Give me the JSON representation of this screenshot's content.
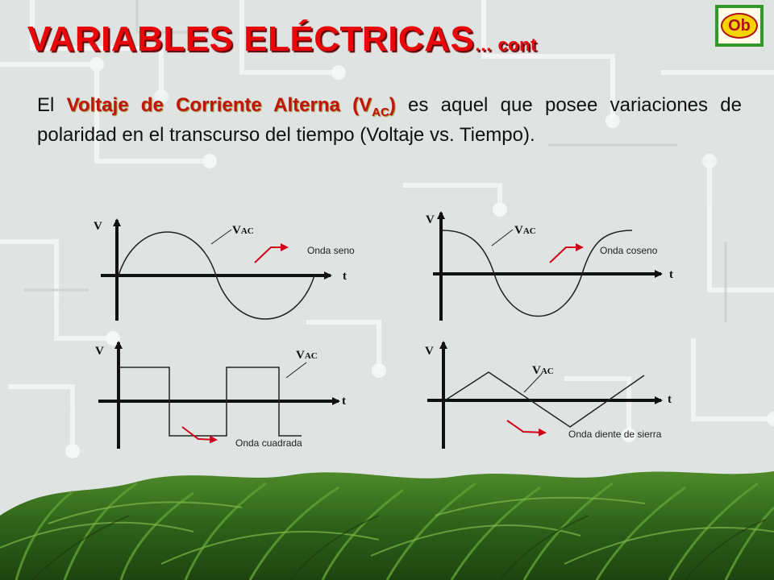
{
  "logo": {
    "text": "Ob"
  },
  "title": {
    "main": "VARIABLES ELÉCTRICAS",
    "suffix": "… cont"
  },
  "body": {
    "prefix": "El ",
    "highlight": "Voltaje de Corriente Alterna (V",
    "highlight_sub": "AC",
    "highlight_end": ")",
    "rest": " es aquel que posee variaciones de polaridad en el transcurso del tiempo (Voltaje vs. Tiempo)."
  },
  "diagrams": [
    {
      "id": "sine",
      "y_label": "V",
      "x_label": "t",
      "vac_label": "V",
      "vac_sub": "AC",
      "caption": "Onda seno"
    },
    {
      "id": "cosine",
      "y_label": "V",
      "x_label": "t",
      "vac_label": "V",
      "vac_sub": "AC",
      "caption": "Onda coseno"
    },
    {
      "id": "square",
      "y_label": "V",
      "x_label": "t",
      "vac_label": "V",
      "vac_sub": "AC",
      "caption": "Onda cuadrada"
    },
    {
      "id": "sawtooth",
      "y_label": "V",
      "x_label": "t",
      "vac_label": "V",
      "vac_sub": "AC",
      "caption": "Onda diente de sierra"
    }
  ],
  "colors": {
    "title": "#e8070b",
    "highlight": "#c0140e",
    "arrow": "#d3001a",
    "grass": "#2f6d1e"
  }
}
